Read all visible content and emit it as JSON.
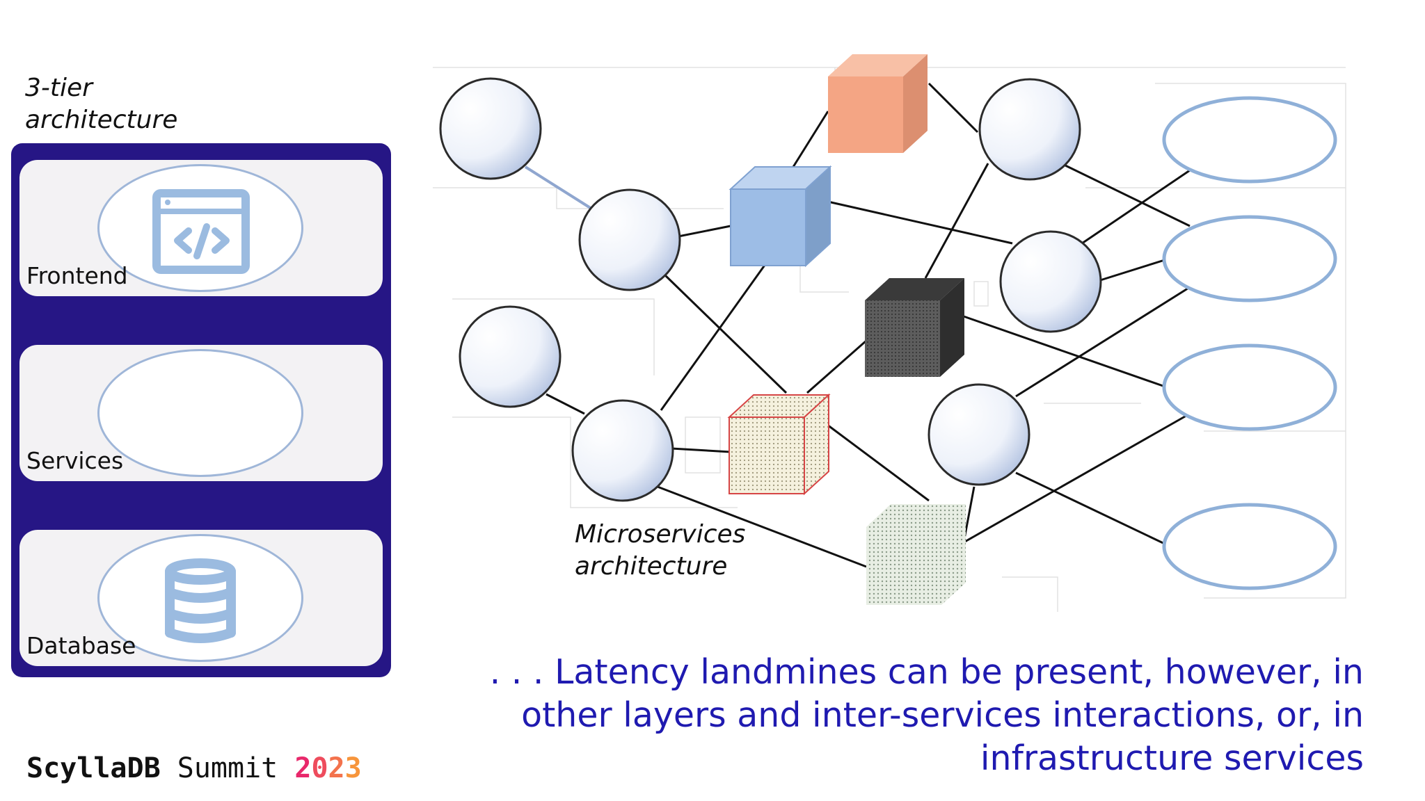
{
  "left_panel": {
    "title": "3-tier architecture",
    "tiers": [
      {
        "label": "Frontend",
        "icon": "code-window-icon"
      },
      {
        "label": "Services",
        "icon": ""
      },
      {
        "label": "Database",
        "icon": "database-icon"
      }
    ]
  },
  "diagram": {
    "label": "Microservices architecture",
    "colors": {
      "orange_cube": "#f4a584",
      "blue_cube": "#9dbde6",
      "gray_cube": "#5a5a5a",
      "red_cube": "#f3efd8",
      "green_cube": "#e7ece4",
      "circle_stroke": "#2b2b2b",
      "oval_stroke": "#8fb0d8"
    }
  },
  "caption": ". . . Latency landmines can be present, however, in other layers and inter-services interactions, or, in infrastructure services",
  "brand": {
    "name": "ScyllaDB",
    "event": "Summit",
    "year": "2023",
    "year_colors": [
      "#e8286b",
      "#ee4c5d",
      "#f3724c",
      "#f7953b"
    ]
  }
}
